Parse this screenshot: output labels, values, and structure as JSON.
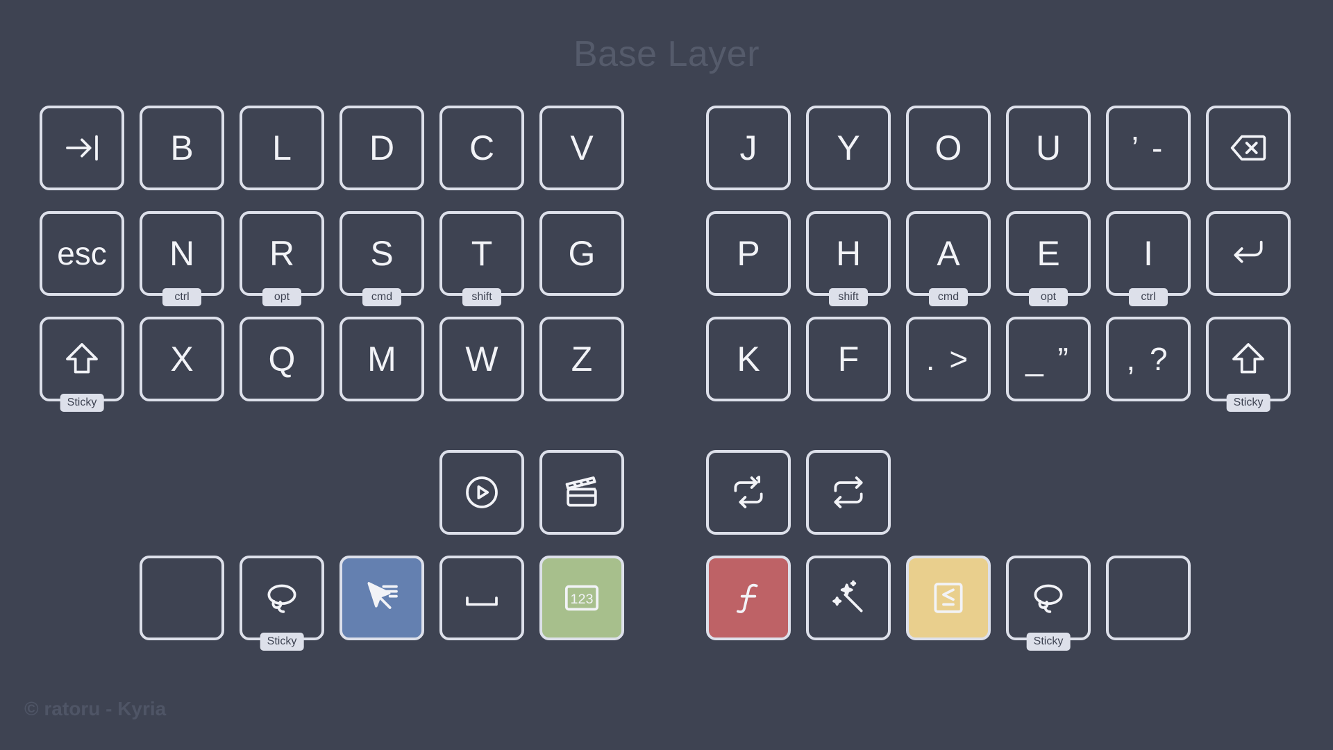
{
  "title": "Base Layer",
  "footer": "© ratoru - Kyria",
  "keys": {
    "l_b": "B",
    "l_l": "L",
    "l_d": "D",
    "l_c": "C",
    "l_v": "V",
    "r_j": "J",
    "r_y": "Y",
    "r_o": "O",
    "r_u": "U",
    "r_quote": "’ -",
    "l_esc": "esc",
    "l_n": "N",
    "l_r": "R",
    "l_s": "S",
    "l_t": "T",
    "l_g": "G",
    "r_p": "P",
    "r_h": "H",
    "r_a": "A",
    "r_e": "E",
    "r_i": "I",
    "l_x": "X",
    "l_q": "Q",
    "l_m": "M",
    "l_w": "W",
    "l_z": "Z",
    "r_k": "K",
    "r_f": "F",
    "r_dot": ". >",
    "r_underscore": "_ ”",
    "r_comma": ", ?"
  },
  "badges": {
    "n": "ctrl",
    "r": "opt",
    "s": "cmd",
    "t": "shift",
    "h": "shift",
    "a": "cmd",
    "e": "opt",
    "i": "ctrl",
    "left_shift": "Sticky",
    "right_shift": "Sticky",
    "left_lasso": "Sticky",
    "right_lasso": "Sticky"
  },
  "icons": {
    "tab": "tab-arrow-icon",
    "backspace": "backspace-icon",
    "enter": "enter-return-icon",
    "shift": "shift-arrow-icon",
    "play": "play-circle-icon",
    "clapper": "clapperboard-icon",
    "repeat_one": "repeat-one-icon",
    "repeat": "repeat-icon",
    "lasso": "lasso-icon",
    "mouse": "mouse-pointer-icon",
    "space": "space-bar-icon",
    "numbers": "numbers-123-icon",
    "function": "function-icon",
    "magic": "magic-wand-icon",
    "less_equal": "less-equal-icon"
  },
  "colors": {
    "background": "#3e4352",
    "key_border": "#dde0ea",
    "mouse_layer": "#6480b0",
    "number_layer": "#a7bf8c",
    "function_layer": "#be6266",
    "symbol_layer": "#e9cf8d"
  }
}
